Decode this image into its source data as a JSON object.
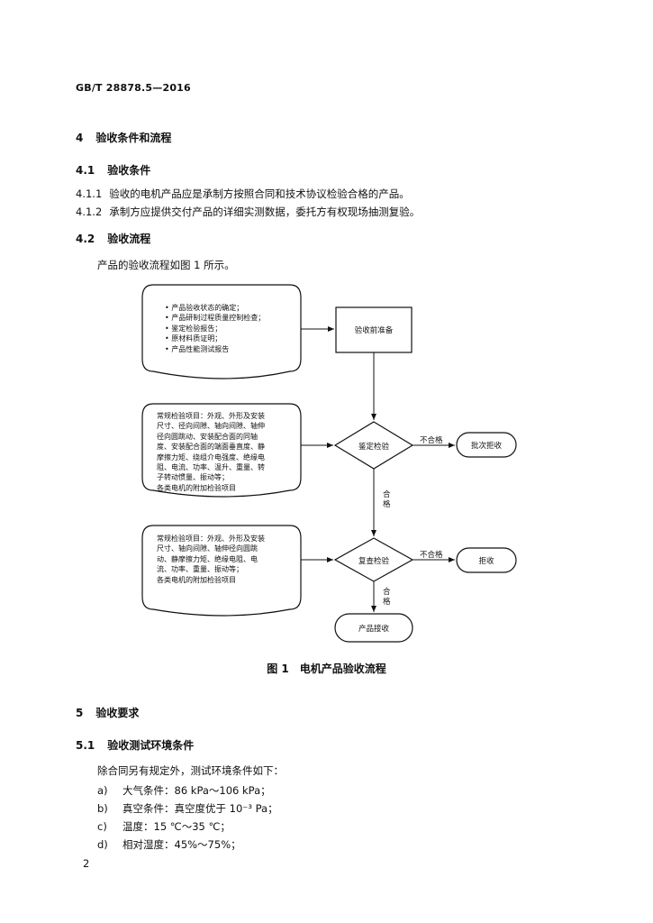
{
  "header": {
    "standard": "GB/T 28878.5—2016"
  },
  "section4": {
    "number": "4",
    "title": "验收条件和流程",
    "s41": {
      "number": "4.1",
      "title": "验收条件"
    },
    "s411": {
      "number": "4.1.1",
      "text": "验收的电机产品应是承制方按照合同和技术协议检验合格的产品。"
    },
    "s412": {
      "number": "4.1.2",
      "text": "承制方应提供交付产品的详细实测数据，委托方有权现场抽测复验。"
    },
    "s42": {
      "number": "4.2",
      "title": "验收流程"
    },
    "intro": "产品的验收流程如图 1 所示。"
  },
  "flowchart": {
    "doc1_items": [
      "产品验收状态的确定；",
      "产品研制过程质量控制检查；",
      "鉴定检验报告；",
      "原材料质证明；",
      "产品性能测试报告"
    ],
    "doc2_lines": [
      "常规检验项目：外观、外形及安装",
      "尺寸、径向间隙、轴向间隙、轴伸",
      "径向圆跳动、安装配合面的同轴",
      "度、安装配合面的端面垂直度、静",
      "摩擦力矩、绕组介电强度、绝缘电",
      "阻、电流、功率、温升、重量、转",
      "子转动惯量、振动等；",
      "各类电机的附加检验项目"
    ],
    "doc3_lines": [
      "常规检验项目：外观、外形及安装",
      "尺寸、轴向间隙、轴伸径向圆跳",
      "动、静摩擦力矩、绝缘电阻、电",
      "流、功率、重量、振动等；",
      "各类电机的附加检验项目"
    ],
    "prepare": "验收前准备",
    "decision1": "鉴定检验",
    "decision2": "复查检验",
    "fail_label1": "不合格",
    "fail_label2": "不合格",
    "pass_label1": "合格",
    "pass_label2": "合格",
    "reject_batch": "批次拒收",
    "reject": "拒收",
    "accept": "产品接收"
  },
  "figure": {
    "caption": "图 1　电机产品验收流程"
  },
  "section5": {
    "number": "5",
    "title": "验收要求",
    "s51": {
      "number": "5.1",
      "title": "验收测试环境条件"
    },
    "intro": "除合同另有规定外，测试环境条件如下：",
    "items": [
      {
        "label": "a)",
        "text": "大气条件：86 kPa～106 kPa；"
      },
      {
        "label": "b)",
        "text": "真空条件：真空度优于 10⁻³ Pa；"
      },
      {
        "label": "c)",
        "text": "温度：15 ℃～35 ℃；"
      },
      {
        "label": "d)",
        "text": "相对湿度：45%～75%；"
      }
    ]
  },
  "footer": {
    "page_number": "2"
  }
}
